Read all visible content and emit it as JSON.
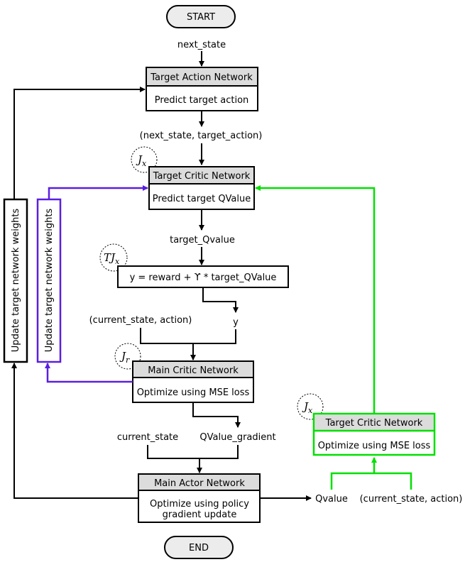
{
  "terminals": {
    "start": "START",
    "end": "END"
  },
  "boxes": {
    "target_action": {
      "title": "Target Action Network",
      "body": "Predict target action"
    },
    "target_critic": {
      "title": "Target Critic Network",
      "body": "Predict target QValue"
    },
    "y_formula": {
      "body": "y = reward + ϒ * target_QValue"
    },
    "main_critic": {
      "title": "Main Critic Network",
      "body": "Optimize using MSE loss"
    },
    "target_critic_right": {
      "title": "Target Critic Network",
      "body": "Optimize using MSE loss"
    },
    "main_actor": {
      "title": "Main Actor Network",
      "body_line1": "Optimize using policy",
      "body_line2": "gradient update"
    }
  },
  "labels": {
    "next_state": "next_state",
    "next_state_target_action": "(next_state, target_action)",
    "target_qvalue": "target_Qvalue",
    "current_state_action": "(current_state, action)",
    "y": "y",
    "current_state": "current_state",
    "qvalue_gradient": "QValue_gradient",
    "qvalue": "Qvalue",
    "current_state_action_right": "(current_state, action)"
  },
  "side_boxes": {
    "black": "Update target network weights",
    "purple": "Update target network weights"
  },
  "annotations": {
    "jx_top": {
      "base": "J",
      "sub": "x"
    },
    "tjx": {
      "base": "TJ",
      "sub": "x"
    },
    "jr": {
      "base": "J",
      "sub": "r"
    },
    "jx_right": {
      "base": "J",
      "sub": "x"
    }
  },
  "colors": {
    "black": "#000000",
    "green": "#00e000",
    "purple": "#5a1fe0",
    "header_gray": "#dcdcdc",
    "terminal_fill": "#ececec"
  }
}
